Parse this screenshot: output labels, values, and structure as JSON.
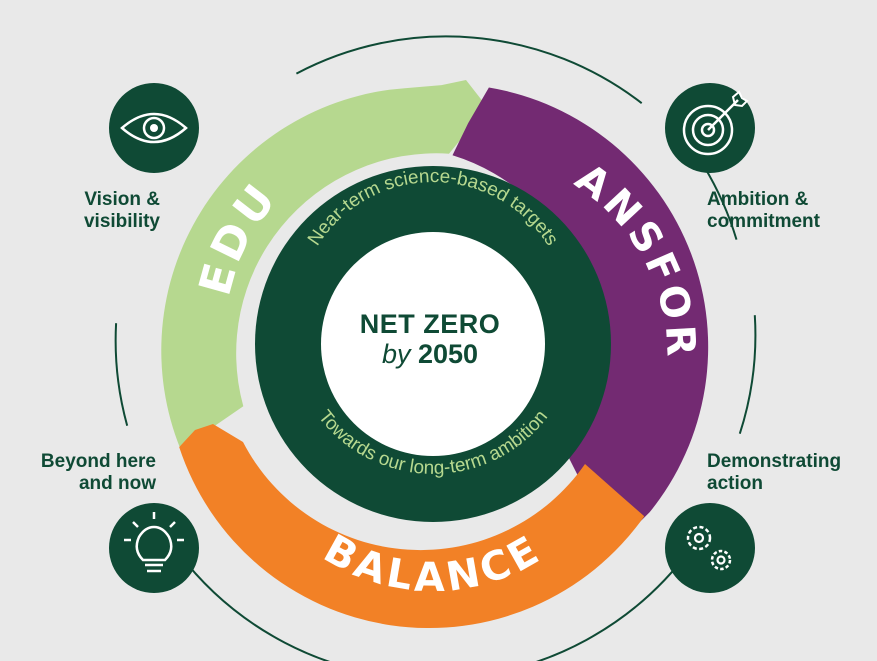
{
  "diagram": {
    "center": {
      "title": "NET ZERO",
      "by": "by",
      "year": "2050"
    },
    "inner_ring": {
      "top_text": "Near-term science-based targets",
      "bottom_text": "Towards our long-term ambition"
    },
    "arcs": [
      {
        "label": "REDUCE",
        "color": "#b6d88f"
      },
      {
        "label": "TRANSFORM",
        "color": "#732a72"
      },
      {
        "label": "BALANCE",
        "color": "#f28126"
      }
    ],
    "side_labels": {
      "top_left": [
        "Vision &",
        "visibility"
      ],
      "top_right": [
        "Ambition &",
        "commitment"
      ],
      "bottom_left": [
        "Beyond here",
        "and now"
      ],
      "bottom_right": [
        "Demonstrating",
        "action"
      ]
    },
    "icons": [
      {
        "name": "eye-icon",
        "meaning": "Vision & visibility"
      },
      {
        "name": "target-icon",
        "meaning": "Ambition & commitment"
      },
      {
        "name": "lightbulb-icon",
        "meaning": "Beyond here and now"
      },
      {
        "name": "gears-icon",
        "meaning": "Demonstrating action"
      }
    ],
    "colors": {
      "dark_green": "#0f4a35",
      "light_green": "#b6d88f",
      "purple": "#732a72",
      "orange": "#f28126",
      "background": "#e9e9e9"
    }
  }
}
